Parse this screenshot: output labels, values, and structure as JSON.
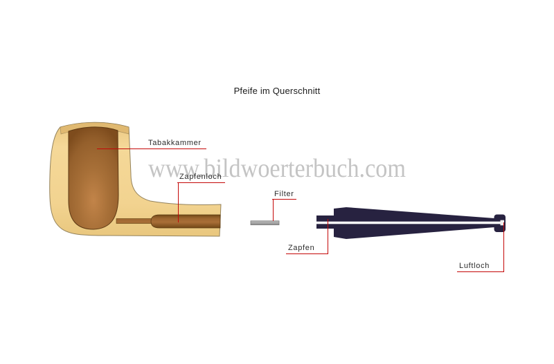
{
  "title": "Pfeife im Querschnitt",
  "watermark": "www.bildwoerterbuch.com",
  "callouts": {
    "tabakkammer": "Tabakkammer",
    "zapfenloch": "Zapfenloch",
    "filter": "Filter",
    "zapfen": "Zapfen",
    "luftloch": "Luftloch"
  },
  "illustration_parts": {
    "bowl": "pipe bowl cross-section",
    "chamber": "tobacco chamber",
    "mortise": "tenon hole bore",
    "filter": "filter insert",
    "stem": "stem / mouthpiece with tenon and air hole"
  },
  "colors": {
    "accent_red": "#c40606",
    "label_text": "#2b2b2b",
    "title_text": "#1a1a1a",
    "bowl_tan": "#f2d593",
    "bowl_rim_tan": "#e0b971",
    "chamber_brown": "#9a6130",
    "bore_brown": "#8f5a29",
    "outline_brown": "#5e3a14",
    "stem_navy": "#272240",
    "airway_white": "#fafafa",
    "filter_gray": "#a2a2a2",
    "watermark_gray": "#949494"
  }
}
